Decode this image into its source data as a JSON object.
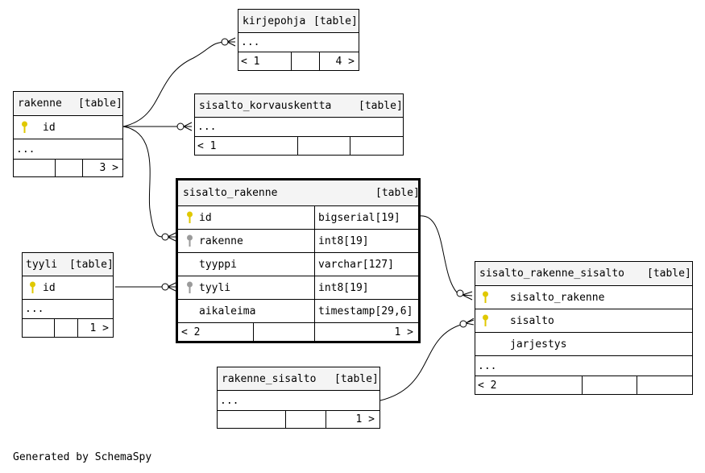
{
  "footer": "Generated by SchemaSpy",
  "colors": {
    "primary_key": "#e0c800",
    "foreign_key": "#9a9a9a",
    "border": "#000000",
    "header_bg": "#f4f4f4"
  },
  "tables": {
    "kirjepohja": {
      "name": "kirjepohja",
      "tag": "[table]",
      "more": "...",
      "footer": {
        "left": "< 1",
        "right": "4 >"
      }
    },
    "rakenne": {
      "name": "rakenne",
      "tag": "[table]",
      "columns": [
        {
          "name": "id",
          "key": "primary"
        }
      ],
      "more": "...",
      "footer": {
        "right": "3 >"
      }
    },
    "sisalto_korvauskentta": {
      "name": "sisalto_korvauskentta",
      "tag": "[table]",
      "more": "...",
      "footer": {
        "left": "< 1"
      }
    },
    "sisalto_rakenne": {
      "name": "sisalto_rakenne",
      "tag": "[table]",
      "columns": [
        {
          "name": "id",
          "type": "bigserial[19]",
          "key": "primary"
        },
        {
          "name": "rakenne",
          "type": "int8[19]",
          "key": "foreign"
        },
        {
          "name": "tyyppi",
          "type": "varchar[127]",
          "key": ""
        },
        {
          "name": "tyyli",
          "type": "int8[19]",
          "key": "foreign"
        },
        {
          "name": "aikaleima",
          "type": "timestamp[29,6]",
          "key": ""
        }
      ],
      "footer": {
        "left": "< 2",
        "right": "1 >"
      }
    },
    "tyyli": {
      "name": "tyyli",
      "tag": "[table]",
      "columns": [
        {
          "name": "id",
          "key": "primary"
        }
      ],
      "more": "...",
      "footer": {
        "right": "1 >"
      }
    },
    "sisalto_rakenne_sisalto": {
      "name": "sisalto_rakenne_sisalto",
      "tag": "[table]",
      "columns": [
        {
          "name": "sisalto_rakenne",
          "key": "primary"
        },
        {
          "name": "sisalto",
          "key": "primary"
        },
        {
          "name": "jarjestys",
          "key": ""
        }
      ],
      "more": "...",
      "footer": {
        "left": "< 2"
      }
    },
    "rakenne_sisalto": {
      "name": "rakenne_sisalto",
      "tag": "[table]",
      "more": "...",
      "footer": {
        "right": "1 >"
      }
    }
  }
}
